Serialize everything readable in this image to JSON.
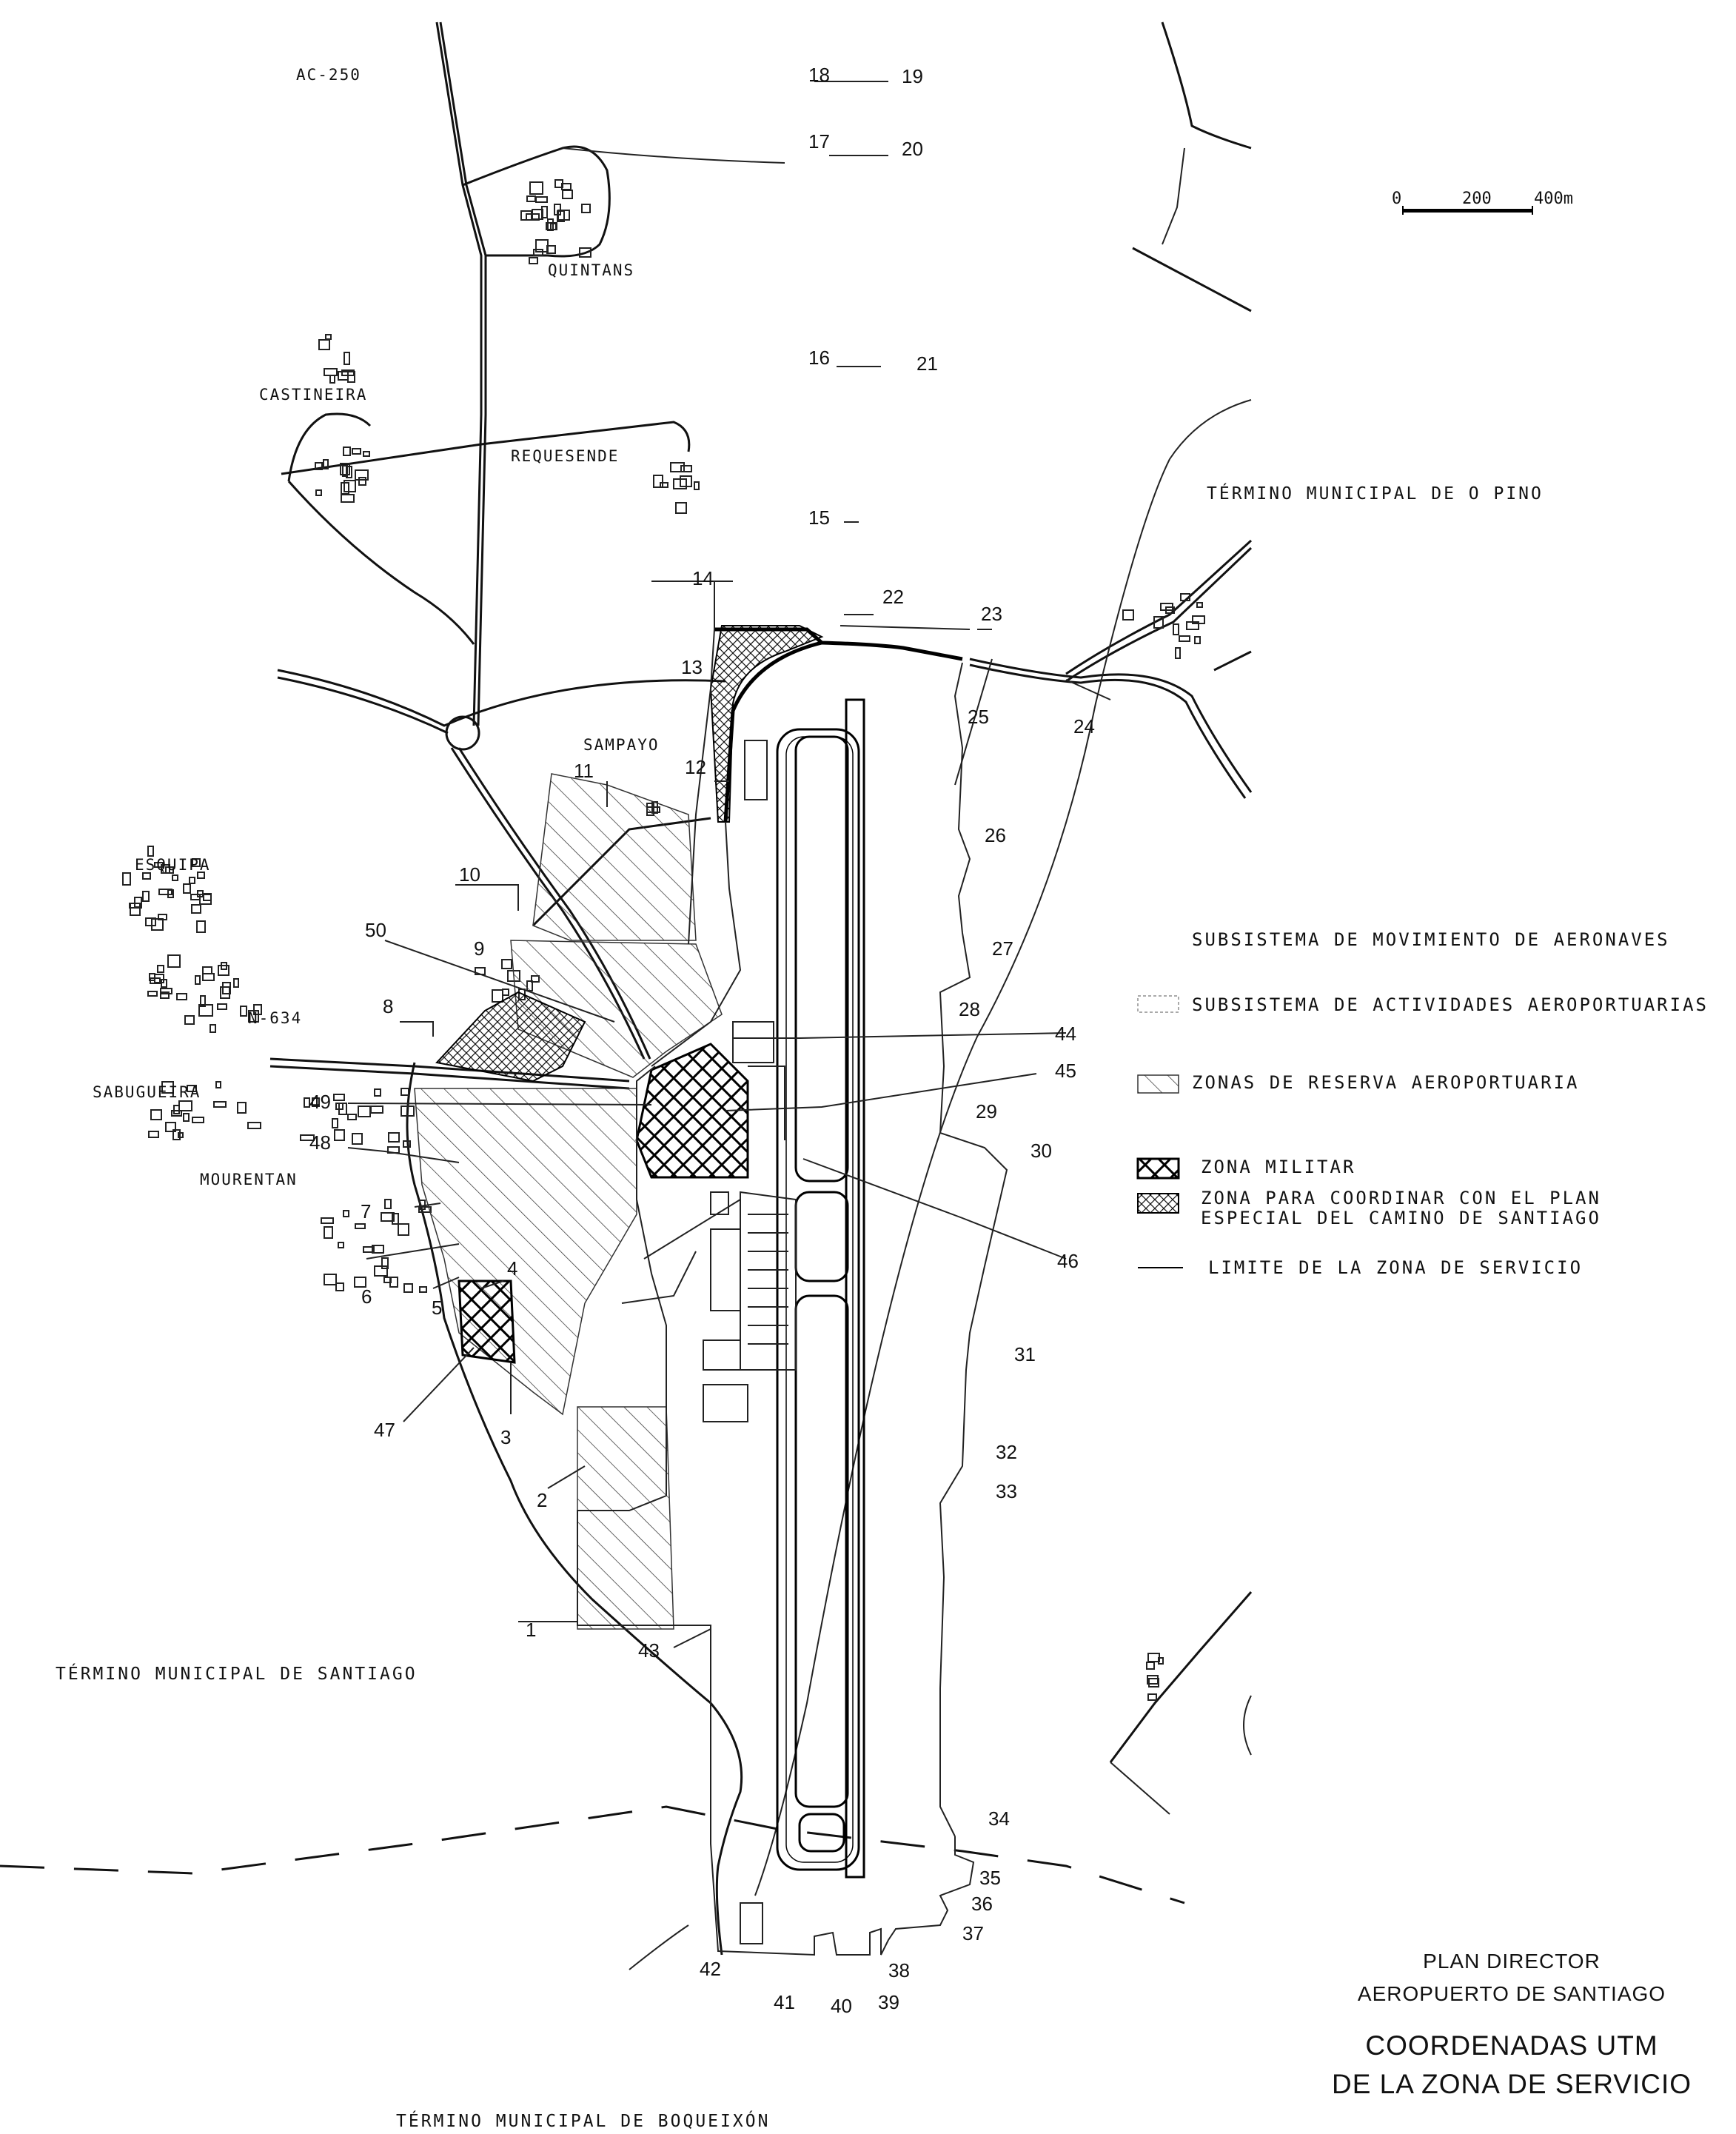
{
  "places": {
    "ac250": "AC-250",
    "quintans": "QUINTANS",
    "castineira": "CASTINEIRA",
    "requesende": "REQUESENDE",
    "sampayo": "SAMPAYO",
    "esquipa": "ESQUIPA",
    "n634": "N-634",
    "sabugueira": "SABUGUEIRA",
    "mourentan": "MOURENTAN"
  },
  "municipalities": {
    "o_pino": "TÉRMINO MUNICIPAL DE O PINO",
    "santiago": "TÉRMINO MUNICIPAL DE SANTIAGO",
    "boqueixon": "TÉRMINO MUNICIPAL DE BOQUEIXÓN"
  },
  "scale_bar": {
    "zero": "0",
    "mid": "200",
    "end": "400m"
  },
  "legend": {
    "movimiento": "SUBSISTEMA DE MOVIMIENTO DE AERONAVES",
    "actividades": "SUBSISTEMA DE ACTIVIDADES AEROPORTUARIAS",
    "reserva": "ZONAS DE RESERVA AEROPORTUARIA",
    "militar": "ZONA MILITAR",
    "coordinar_1": "ZONA PARA COORDINAR CON EL PLAN",
    "coordinar_2": "ESPECIAL DEL CAMINO DE SANTIAGO",
    "limite": "LIMITE DE LA ZONA DE SERVICIO"
  },
  "title": {
    "line1": "PLAN DIRECTOR",
    "line2": "AEROPUERTO DE SANTIAGO",
    "line3": "COORDENADAS UTM",
    "line4": "DE LA ZONA DE SERVICIO"
  },
  "points": [
    "1",
    "2",
    "3",
    "4",
    "5",
    "6",
    "7",
    "8",
    "9",
    "10",
    "11",
    "12",
    "13",
    "14",
    "15",
    "16",
    "17",
    "18",
    "19",
    "20",
    "21",
    "22",
    "23",
    "24",
    "25",
    "26",
    "27",
    "28",
    "29",
    "30",
    "31",
    "32",
    "33",
    "34",
    "35",
    "36",
    "37",
    "38",
    "39",
    "40",
    "41",
    "42",
    "43",
    "44",
    "45",
    "46",
    "47",
    "48",
    "49",
    "50"
  ]
}
